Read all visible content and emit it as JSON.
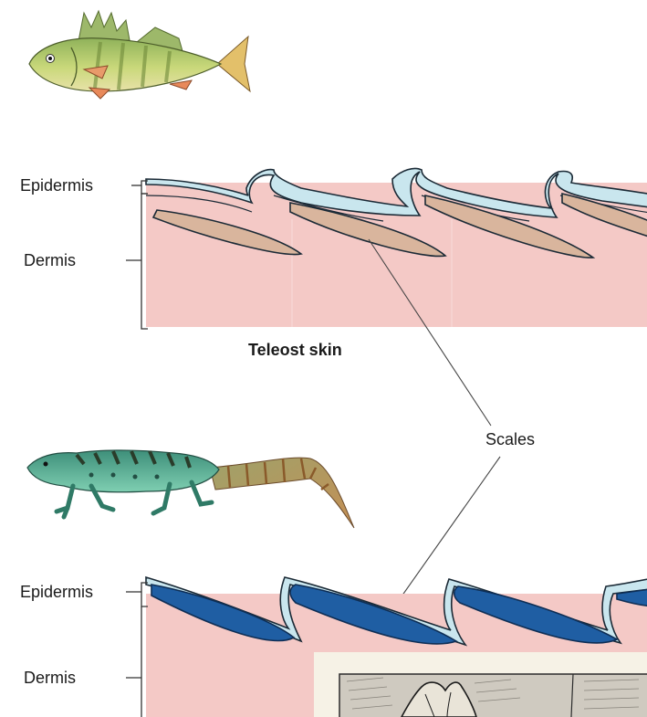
{
  "teleost_panel": {
    "epidermis_label": "Epidermis",
    "dermis_label": "Dermis",
    "caption": "Teleost skin"
  },
  "shared": {
    "scales_label": "Scales"
  },
  "reptile_panel": {
    "epidermis_label": "Epidermis",
    "dermis_label": "Dermis"
  },
  "colors": {
    "dermis_fill": "#f4c9c6",
    "teleost_epidermis": "#c9e6ee",
    "teleost_scale": "#d9b59d",
    "reptile_epidermis": "#c9e6ee",
    "reptile_scale": "#1f5ea3",
    "inset_bg": "#f6f2e6"
  },
  "icons": {
    "fish": "fish-illustration-icon",
    "lizard": "lizard-illustration-icon",
    "inset": "fossil-scale-engraving-icon"
  }
}
